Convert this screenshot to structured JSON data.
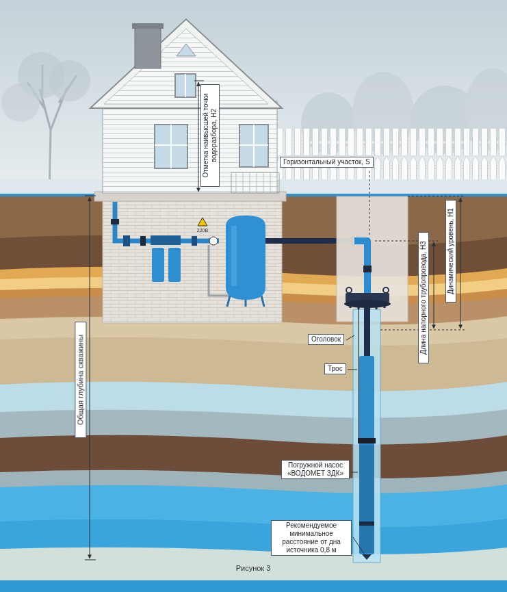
{
  "diagram": {
    "caption": "Рисунок 3",
    "nodes": [
      {
        "text": [
          "Горизонтальный участок, S"
        ]
      },
      {
        "text": [
          "Оголовок"
        ]
      },
      {
        "text": [
          "Трос"
        ]
      },
      {
        "text": [
          "Погружной насос «ВОДОМЕТ ЗДК»"
        ]
      },
      {
        "text": [
          "Рекомендуемое минимальное расстояние от дна источника 0,8 м"
        ]
      }
    ],
    "labels": [
      "Отметка наивысшей точки водоразбора, H2",
      "Общая глубина скважины",
      "Динамический уровень, H1",
      "Длина напорного трубопровода, H3",
      "220В"
    ]
  }
}
